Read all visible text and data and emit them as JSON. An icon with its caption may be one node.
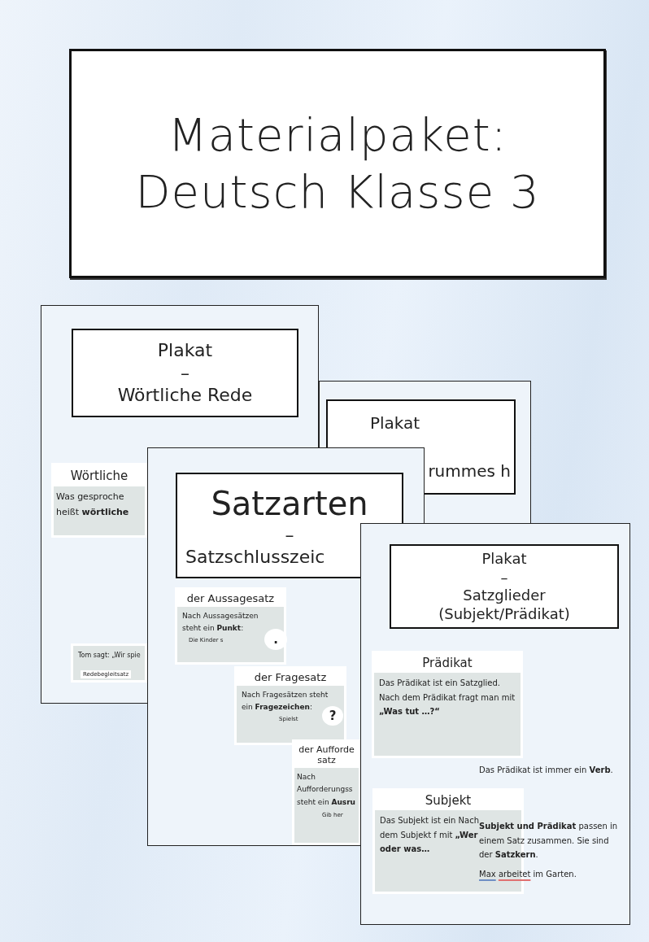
{
  "diagram": {
    "nodes": [
      {
        "text": [
          "Materialpaket: Deutsch Klasse 3"
        ]
      },
      {
        "text": [],
        "shape": "box"
      },
      {
        "text": [
          "Plakat",
          "–",
          "Wörtliche Rede"
        ],
        "in": 1
      },
      {
        "text": [
          "Wörtliche",
          "Was gesproche heißt **wörtliche**"
        ],
        "in": 1
      },
      {
        "text": [
          "Tom sagt: „Wir spie"
        ],
        "in": 1
      },
      {
        "text": [
          "Redebegleitsatz"
        ],
        "in": 4
      },
      {
        "text": [],
        "shape": "box"
      },
      {
        "text": [
          "Plakat",
          "rummes h"
        ],
        "in": 6
      },
      {
        "text": [],
        "shape": "box"
      },
      {
        "text": [
          "Satzarten",
          "–",
          "Satzschlusszeic"
        ],
        "in": 8
      },
      {
        "text": [
          "der Aussagesatz",
          "Nach Aussagesätzen steht ein **Punkt**:",
          "Die Kinder s"
        ]
      },
      {
        "text": [
          "."
        ],
        "in": 10
      },
      {
        "text": [
          "der Fragesatz",
          "Nach Fragesätzen steht ein **Fragezeichen**:",
          "Spielst"
        ],
        "in": 8
      },
      {
        "text": [
          "?"
        ]
      },
      {
        "text": [
          "der Aufforde satz",
          "Nach Aufforderungss steht ein **Ausru**",
          "Gib her"
        ],
        "in": 8
      },
      {
        "text": [],
        "shape": "box"
      },
      {
        "text": [
          "Plakat",
          "–",
          "Satzglieder (Subjekt/Prädikat)"
        ],
        "in": 15
      },
      {
        "text": [
          "Prädikat",
          "Das Prädikat ist ein Satzglied. Nach dem Prädikat fragt man mit **„Was tut …?“**"
        ]
      },
      {
        "text": [
          "Das Prädikat ist immer ein **Verb**."
        ],
        "in": 15
      },
      {
        "text": [
          "Subjekt",
          "Das Subjekt ist ein Nach dem Subjekt f mit **„Wer oder was…**"
        ],
        "in": 15
      },
      {
        "text": [
          "**Subjekt und Prädikat** passen in einem Satz zusammen. Sie sind der **Satzkern**.",
          "Max arbeitet im Garten."
        ],
        "in": 15
      }
    ]
  }
}
